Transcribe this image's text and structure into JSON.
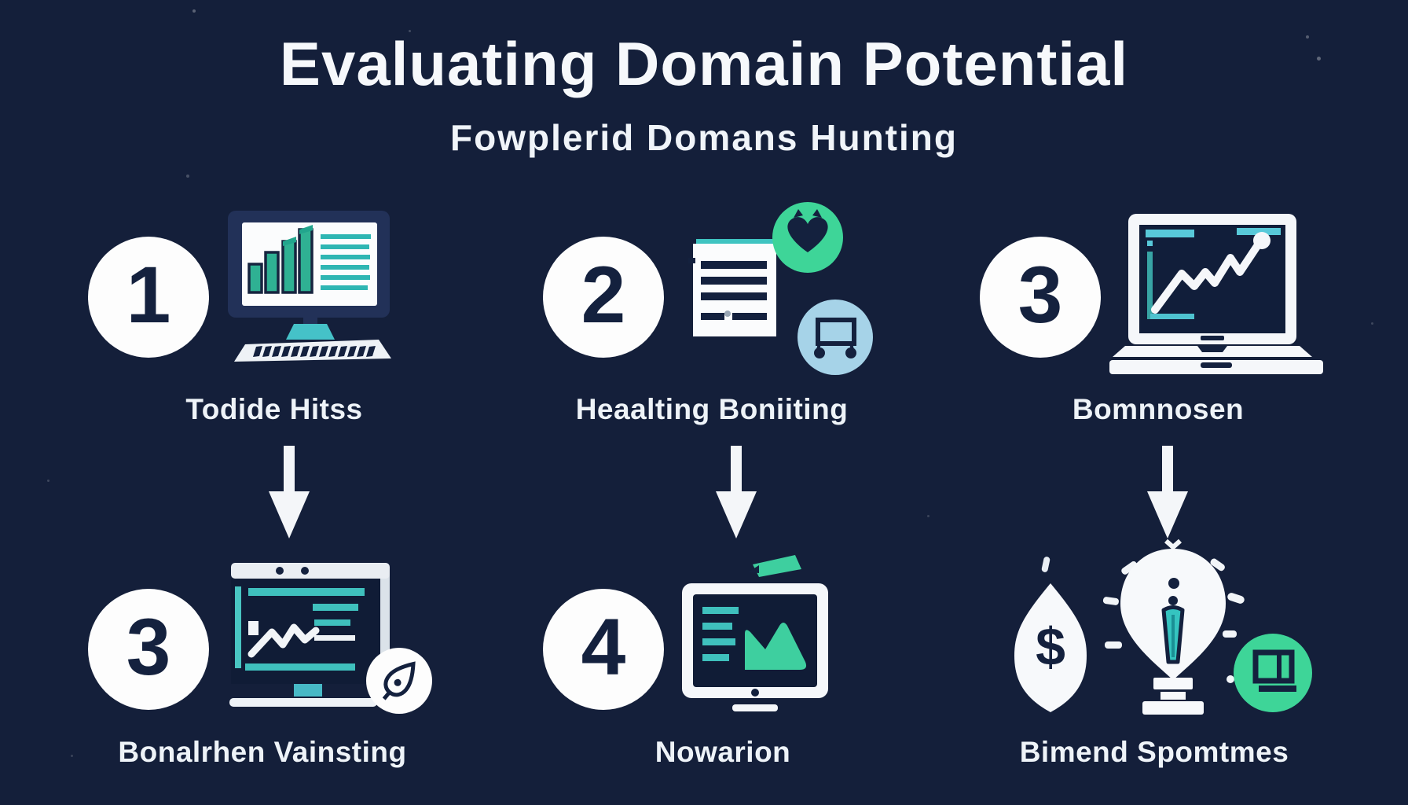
{
  "page": {
    "title": "Evaluating Domain Potential",
    "subtitle": "Fowplerid Domans Hunting",
    "background_color": "#141f3a",
    "text_color": "#f5f7fa"
  },
  "palette": {
    "accent_teal": "#3fc0bd",
    "accent_green": "#3ed598",
    "accent_light_blue": "#a6d3e8",
    "dark_navy": "#14213e",
    "white": "#f5f7fa"
  },
  "steps": [
    {
      "number": "1",
      "label": "Todide Hitss",
      "icon": "desktop-computer-bar-chart-icon"
    },
    {
      "number": "2",
      "label": "Heaalting Boniiting",
      "icon": "document-report-icon",
      "badges": [
        "heart-badge-icon",
        "cart-badge-icon"
      ]
    },
    {
      "number": "3",
      "label": "Bomnnosen",
      "icon": "laptop-growth-chart-icon"
    },
    {
      "number": "3",
      "label": "Bonalrhen Vainsting",
      "icon": "monitor-analytics-icon",
      "badges": [
        "pen-badge-icon"
      ]
    },
    {
      "number": "4",
      "label": "Nowarion",
      "icon": "monitor-mountain-chart-icon"
    },
    {
      "number": "",
      "label": "Bimend Spomtmes",
      "icon": "dollar-leaf-lightbulb-icon",
      "badges": [
        "book-badge-icon"
      ],
      "dollar_symbol": "$"
    }
  ],
  "arrows": {
    "direction": "down",
    "count": 3
  }
}
